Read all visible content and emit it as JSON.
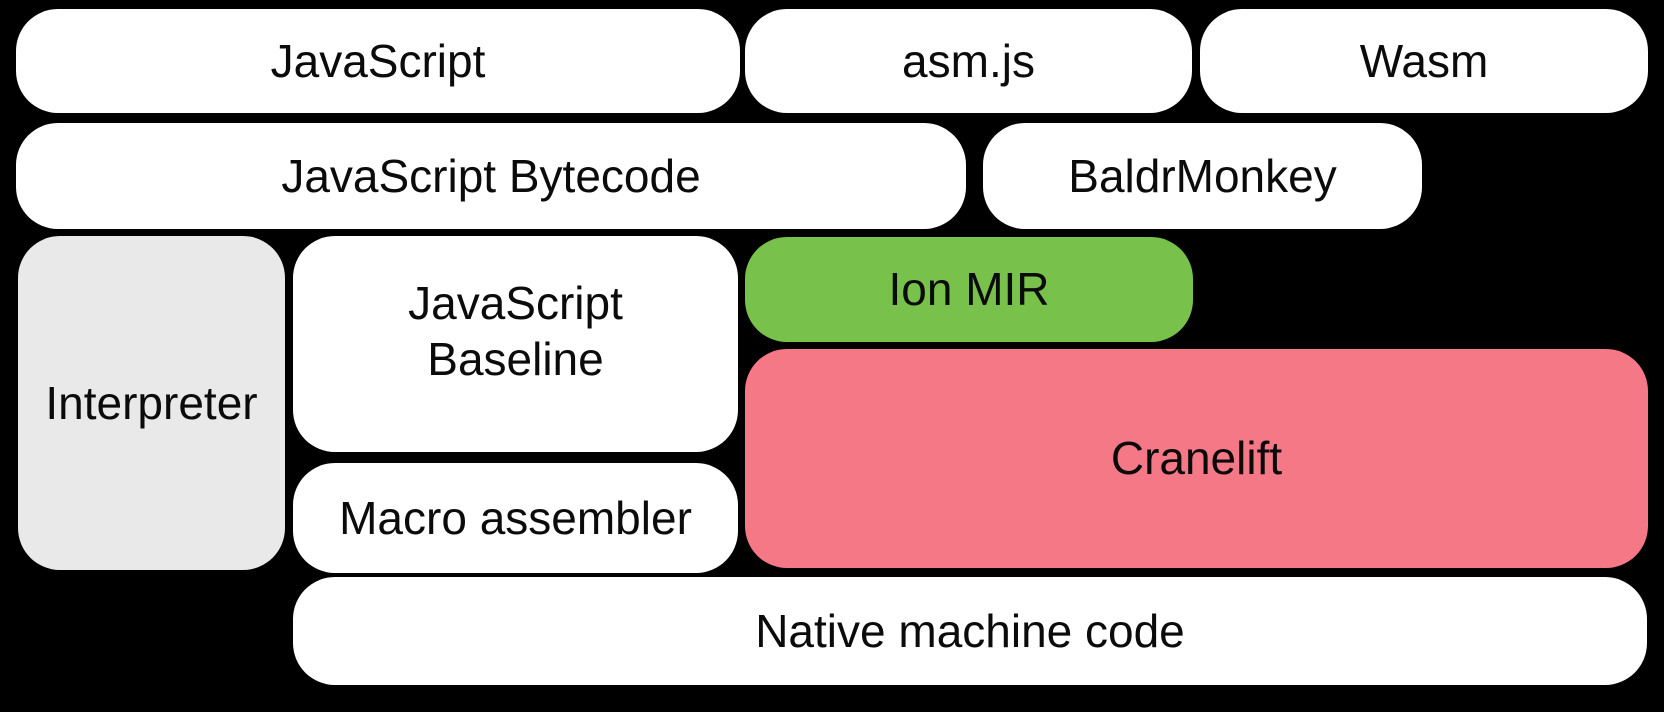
{
  "diagram": {
    "background": "#000000",
    "colors": {
      "box_default": "#ffffff",
      "interpreter_gray": "#e9e9e9",
      "ion_green": "#78c24b",
      "cranelift_pink": "#f57887",
      "text": "#0b0b0b"
    },
    "boxes": {
      "javascript": {
        "label": "JavaScript"
      },
      "asmjs": {
        "label": "asm.js"
      },
      "wasm": {
        "label": "Wasm"
      },
      "bytecode": {
        "label": "JavaScript Bytecode"
      },
      "baldrmonkey": {
        "label": "BaldrMonkey"
      },
      "interpreter": {
        "label": "Interpreter"
      },
      "baseline": {
        "label": "JavaScript Baseline"
      },
      "ion_mir": {
        "label": "Ion MIR"
      },
      "cranelift": {
        "label": "Cranelift"
      },
      "macro_assembler": {
        "label": "Macro assembler"
      },
      "native": {
        "label": "Native machine code"
      }
    }
  }
}
